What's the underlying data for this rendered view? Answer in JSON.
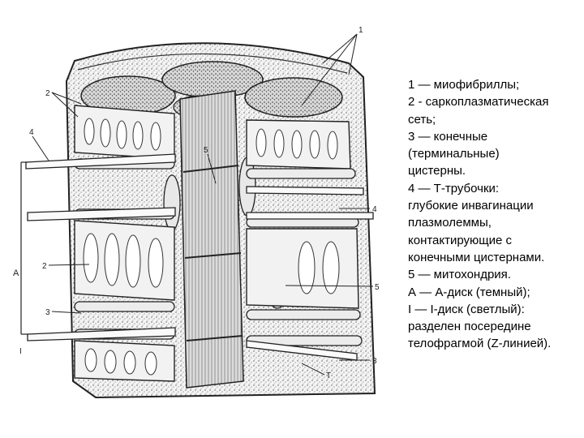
{
  "diagram": {
    "labels": {
      "l1_top": "1",
      "l2_topleft": "2",
      "l4_left": "4",
      "l5_center": "5",
      "l4_right": "4",
      "l2_midleft": "2",
      "lA": "A",
      "l5_right": "5",
      "l3_left": "3",
      "l1_bottom": "I",
      "l3_right": "3",
      "lT": "T"
    }
  },
  "legend": {
    "lines": [
      "1 — миофибриллы;",
      "2 - саркоплазматическая",
      "сеть;",
      "3 — конечные",
      "(терминальные)",
      "цистерны.",
      "4 — Т-трубочки:",
      "глубокие инвагинации",
      "плазмолеммы,",
      "контактирующие с",
      "конечными цистернами.",
      "5 — митохондрия.",
      "А — А-диск (темный);",
      "I — I-диск (светлый):",
      "разделен посередине",
      "телофрагмой (Z-линией)."
    ]
  }
}
